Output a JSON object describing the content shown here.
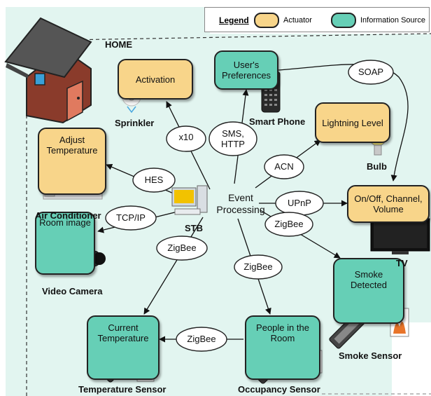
{
  "legend": {
    "title": "Legend",
    "actuator": "Actuator",
    "info_source": "Information Source"
  },
  "home_label": "HOME",
  "center": {
    "line1": "Event",
    "line2": "Processing",
    "stb_label": "STB"
  },
  "nodes": {
    "activation": "Activation",
    "users_preferences": "User's Preferences",
    "adjust_temperature": "Adjust Temperature",
    "lightning_level": "Lightning Level",
    "tv_control": "On/Off, Channel, Volume",
    "room_image": "Room image",
    "smoke_detected": "Smoke Detected",
    "current_temperature": "Current Temperature",
    "people_in_room": "People in the Room"
  },
  "devices": {
    "sprinkler": "Sprinkler",
    "smart_phone": "Smart Phone",
    "bulb": "Bulb",
    "air_conditioner": "Air Conditioner",
    "tv": "TV",
    "video_camera": "Video Camera",
    "smoke_sensor": "Smoke Sensor",
    "temperature_sensor": "Temperature Sensor",
    "occupancy_sensor": "Occupancy Sensor"
  },
  "protocols": {
    "x10": "x10",
    "sms_http": "SMS, HTTP",
    "soap": "SOAP",
    "acn": "ACN",
    "hes": "HES",
    "upnp": "UPnP",
    "tcpip": "TCP/IP",
    "zigbee_smoke": "ZigBee",
    "zigbee_temp": "ZigBee",
    "zigbee_occ": "ZigBee",
    "zigbee_link": "ZigBee"
  },
  "colors": {
    "actuator": "#f8d58a",
    "info_source": "#66cfb6",
    "home_bg": "#dff4ee"
  }
}
